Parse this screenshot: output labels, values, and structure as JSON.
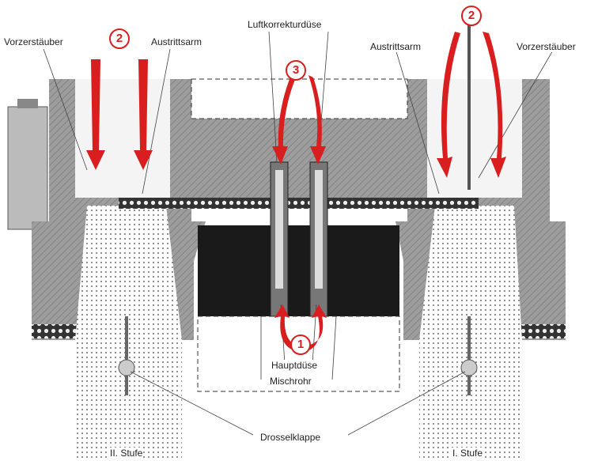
{
  "labels": {
    "vorzerstaeuber_left": "Vorzerstäuber",
    "vorzerstaeuber_right": "Vorzerstäuber",
    "austrittsarm_left": "Austrittsarm",
    "austrittsarm_right": "Austrittsarm",
    "luftkorrekturduese": "Luftkorrekturdüse",
    "hauptduese": "Hauptdüse",
    "mischrohr": "Mischrohr",
    "drosselklappe": "Drosselklappe",
    "stufe_2": "II. Stufe",
    "stufe_1": "I. Stufe"
  },
  "markers": {
    "m1": "1",
    "m2_left": "2",
    "m2_right": "2",
    "m3": "3"
  },
  "colors": {
    "body": "#9a9a9a",
    "fuel": "#1a1a1a",
    "arrow": "#d81e1e"
  }
}
